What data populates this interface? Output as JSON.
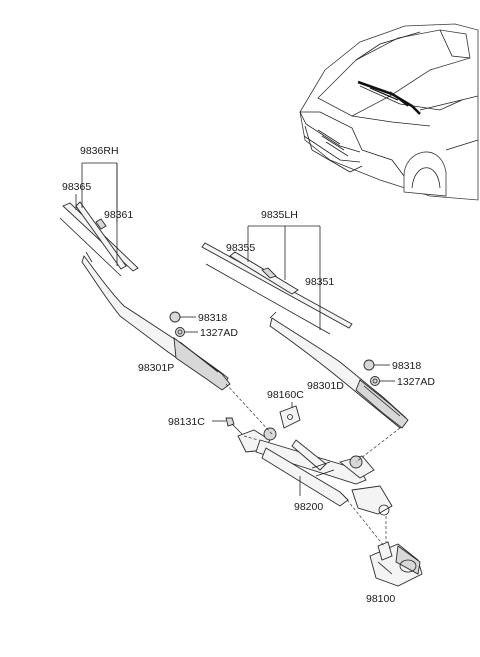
{
  "labels": {
    "rh_assy": "9836RH",
    "rh_blade": "98365",
    "rh_refill": "98361",
    "lh_assy": "9835LH",
    "lh_blade": "98355",
    "lh_refill": "98351",
    "cap_upper": "98318",
    "nut_upper": "1327AD",
    "arm_p": "98301P",
    "cap_lower": "98318",
    "nut_lower": "1327AD",
    "arm_d": "98301D",
    "bracket": "98160C",
    "bolt": "98131C",
    "linkage": "98200",
    "motor": "98100"
  }
}
